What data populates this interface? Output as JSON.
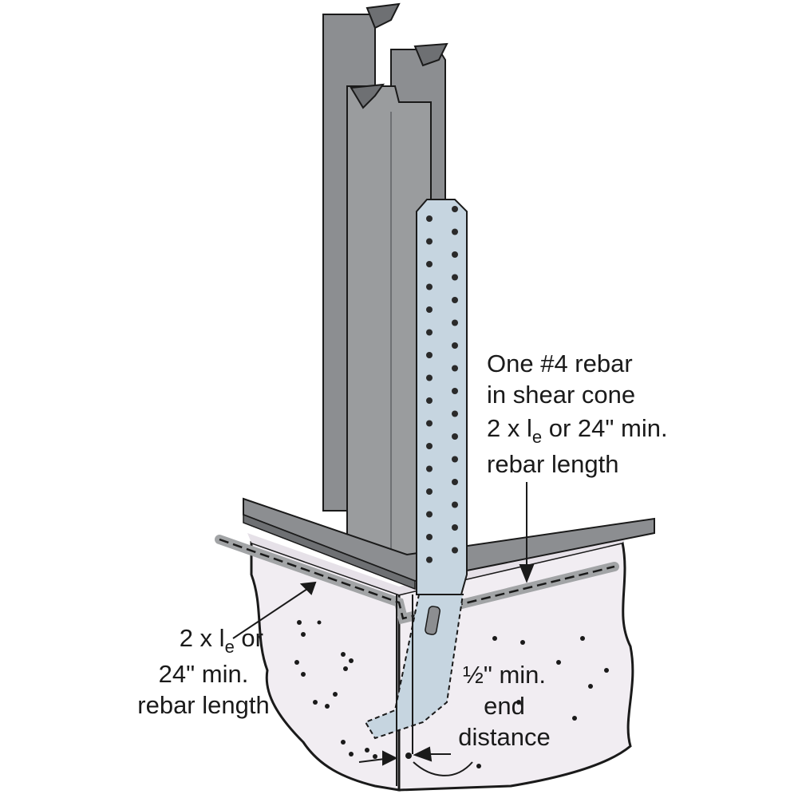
{
  "colors": {
    "stud": "#8c8e91",
    "stud_dark": "#6e7073",
    "stud_light": "#a9abad",
    "strap": "#c6d5e0",
    "concrete": "#f1edf2",
    "rebar": "#a2a4a6",
    "ink": "#1a1a1a"
  },
  "labels": {
    "shear_cone": {
      "line1": "One #4 rebar",
      "line2": "in shear cone"
    },
    "right_length": {
      "pre": "2 x l",
      "sub": "e",
      "post": " or 24\" min.",
      "line2": "rebar length"
    },
    "left_length": {
      "pre": "2 x l",
      "sub": "e",
      "post": " or",
      "line2": "24\" min.",
      "line3": "rebar length"
    },
    "end_distance": {
      "line1": "½\" min.",
      "line2": "end",
      "line3": "distance"
    }
  }
}
